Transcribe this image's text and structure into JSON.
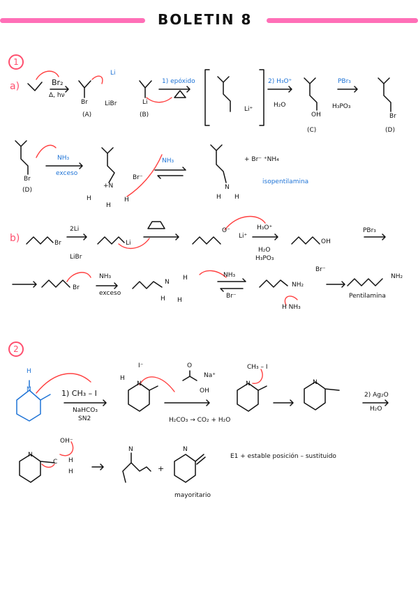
{
  "header": {
    "title": "BOLETIN 8"
  },
  "section1": {
    "number": "1",
    "part_a": {
      "label": "a)",
      "reagent1": "Br₂",
      "cond1": "Δ, hν",
      "reagent2": "Li",
      "byproduct2": "LiBr",
      "br_label": "Br",
      "label_A": "(A)",
      "li_label": "Li",
      "label_B": "(B)",
      "reagent3": "1) epóxido",
      "li_plus": "Li⁺",
      "reagent4": "2) H₃O⁺",
      "water": "H₂O",
      "oh": "OH",
      "label_C": "(C)",
      "reagent5": "PBr₃",
      "byproduct5": "H₃PO₃",
      "br_d": "Br",
      "label_D": "(D)",
      "row2_br": "Br",
      "row2_D": "(D)",
      "reagent6": "NH₃",
      "cond6": "exceso",
      "br_minus": "Br⁻",
      "n_plus": "+N",
      "h1": "H",
      "h2": "H",
      "h3": "H",
      "reagent7": "NH₃",
      "n_amine": "N",
      "h4": "H",
      "h5": "H",
      "salt": "+ Br⁻ ⁺NH₄",
      "product_name": "isopentilamina"
    },
    "part_b": {
      "label": "b)",
      "br_start": "Br",
      "reagent1": "2Li",
      "byproduct1": "LiBr",
      "li_label": "Li",
      "o_minus": "O⁻",
      "li_plus": "Li⁺",
      "reagent2": "H₃O⁺",
      "water": "H₂O",
      "byproduct2": "H₃PO₃",
      "oh": "OH",
      "reagent3": "PBr₃",
      "br_label": "Br",
      "reagent4": "NH₃",
      "cond4": "exceso",
      "n_plus": "N",
      "h1": "H",
      "h2": "H",
      "h3": "H",
      "reagent5": "NH₃",
      "br_minus": "Br⁻",
      "nh2_plus": "NH₂",
      "br_minus2": "Br⁻",
      "h_nh3": "H  NH₃",
      "nh2": "NH₂",
      "product_name": "Pentilamina"
    }
  },
  "section2": {
    "number": "2",
    "h_top": "H",
    "n_blue": "N",
    "reagent1": "1) CH₃ – I",
    "cond1": "NaHCO₃",
    "cond2": "SN2",
    "i_minus": "I⁻",
    "h_left": "H",
    "n2": "N",
    "carbonate": "Na⁺",
    "oh_bic": "OH",
    "o_bic": "O",
    "co2_eq": "H₂CO₃ → CO₂ + H₂O",
    "ch3i": "CH₃ – I",
    "n3": "N",
    "n4": "N",
    "reagent2": "2) Ag₂O",
    "water": "H₂O",
    "oh_minus": "OH⁻",
    "n5": "N",
    "c_label": "C",
    "h_a": "H",
    "h_b": "H",
    "n6": "N",
    "n7": "N",
    "plus": "+",
    "product_note": "mayoritario",
    "comment": "E1 + estable posición – sustituido"
  }
}
